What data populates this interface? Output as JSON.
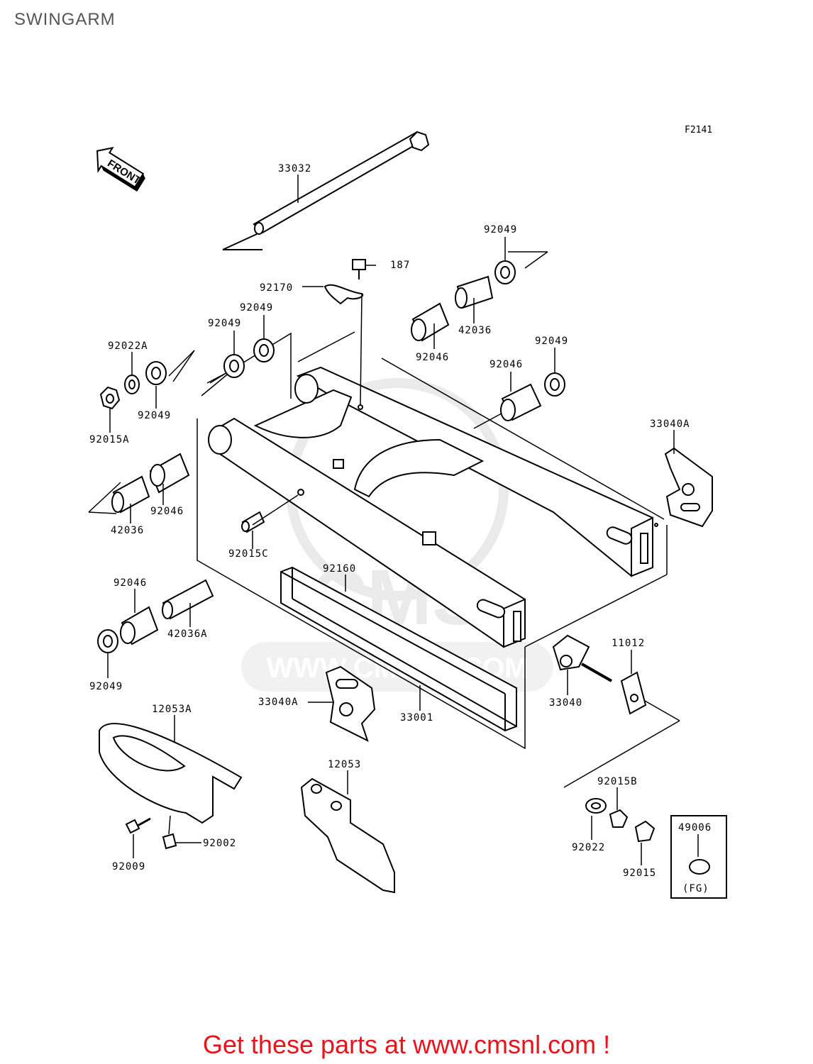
{
  "page": {
    "title": "SWINGARM",
    "figure_code": "F2141",
    "front_label": "FRONT",
    "watermark": {
      "brand": "CMS",
      "url": "WWW.CMSNL.COM"
    },
    "cta": "Get these parts at www.cmsnl.com !",
    "cta_color": "#e8141b"
  },
  "parts": [
    {
      "id": "p33032",
      "label": "33032"
    },
    {
      "id": "p92049a",
      "label": "92049"
    },
    {
      "id": "p187",
      "label": "187"
    },
    {
      "id": "p92170",
      "label": "92170"
    },
    {
      "id": "p42036a",
      "label": "42036"
    },
    {
      "id": "p92049b",
      "label": "92049"
    },
    {
      "id": "p92049c",
      "label": "92049"
    },
    {
      "id": "p92046a",
      "label": "92046"
    },
    {
      "id": "p92049d",
      "label": "92049"
    },
    {
      "id": "p92022a",
      "label": "92022A"
    },
    {
      "id": "p92046b",
      "label": "92046"
    },
    {
      "id": "p92049e",
      "label": "92049"
    },
    {
      "id": "p92015a",
      "label": "92015A"
    },
    {
      "id": "p33040a1",
      "label": "33040A"
    },
    {
      "id": "p92046c",
      "label": "92046"
    },
    {
      "id": "p42036b",
      "label": "42036"
    },
    {
      "id": "p92015c",
      "label": "92015C"
    },
    {
      "id": "p92160",
      "label": "92160"
    },
    {
      "id": "p92046d",
      "label": "92046"
    },
    {
      "id": "p42036c",
      "label": "42036A"
    },
    {
      "id": "p11012",
      "label": "11012"
    },
    {
      "id": "p92049f",
      "label": "92049"
    },
    {
      "id": "p33040a2",
      "label": "33040A"
    },
    {
      "id": "p33040",
      "label": "33040"
    },
    {
      "id": "p12053a",
      "label": "12053A"
    },
    {
      "id": "p33001",
      "label": "33001"
    },
    {
      "id": "p12053",
      "label": "12053"
    },
    {
      "id": "p92015b",
      "label": "92015B"
    },
    {
      "id": "p92002",
      "label": "92002"
    },
    {
      "id": "p49006",
      "label": "49006"
    },
    {
      "id": "p92022",
      "label": "92022"
    },
    {
      "id": "p92009",
      "label": "92009"
    },
    {
      "id": "p92015",
      "label": "92015"
    },
    {
      "id": "pfg",
      "label": "(FG)"
    }
  ]
}
